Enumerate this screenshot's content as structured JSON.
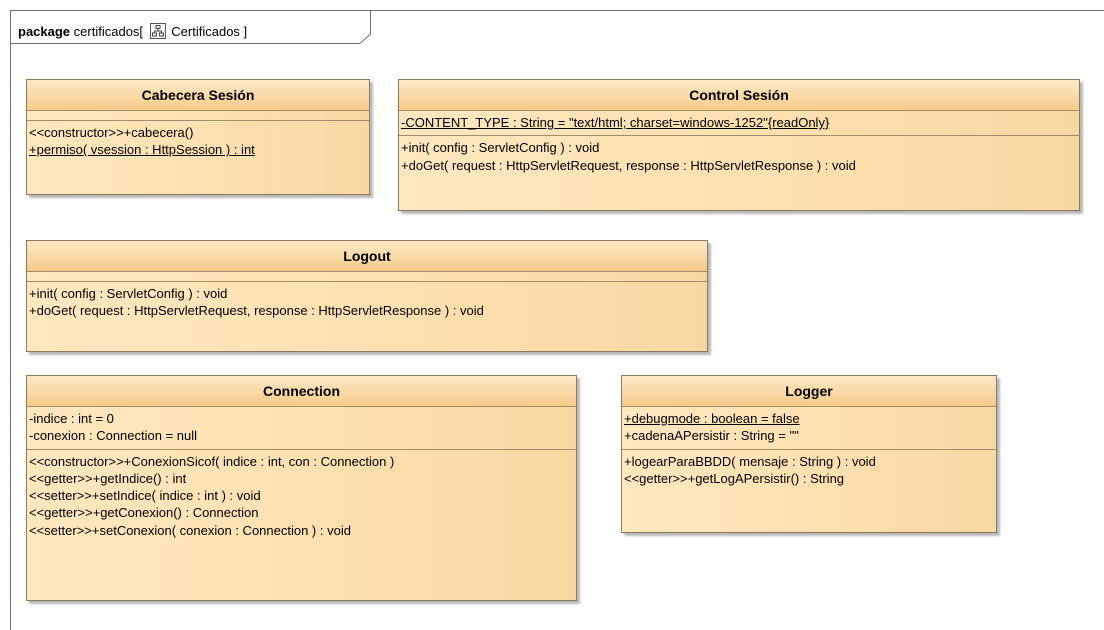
{
  "package": {
    "keyword": "package",
    "name": "certificados[",
    "diagram_name": "Certificados ]",
    "icon": "class-diagram-icon"
  },
  "classes": {
    "cabecera": {
      "name": "Cabecera Sesión",
      "attributes": [],
      "operations": [
        {
          "text": "<<constructor>>+cabecera()",
          "underline": false
        },
        {
          "text": "+permiso( vsession : HttpSession ) : int",
          "underline": true
        }
      ]
    },
    "control": {
      "name": "Control Sesión",
      "attributes": [
        {
          "text": "-CONTENT_TYPE : String = \"text/html; charset=windows-1252\"{readOnly}",
          "underline": true
        }
      ],
      "operations": [
        {
          "text": "+init( config : ServletConfig ) : void",
          "underline": false
        },
        {
          "text": "+doGet( request : HttpServletRequest, response : HttpServletResponse ) : void",
          "underline": false
        }
      ]
    },
    "logout": {
      "name": "Logout",
      "attributes": [],
      "operations": [
        {
          "text": "+init( config : ServletConfig ) : void",
          "underline": false
        },
        {
          "text": "+doGet( request : HttpServletRequest, response : HttpServletResponse ) : void",
          "underline": false
        }
      ]
    },
    "connection": {
      "name": "Connection",
      "attributes": [
        {
          "text": "-indice : int = 0",
          "underline": false
        },
        {
          "text": "-conexion : Connection = null",
          "underline": false
        }
      ],
      "operations": [
        {
          "text": "<<constructor>>+ConexionSicof( indice : int, con : Connection )",
          "underline": false
        },
        {
          "text": "<<getter>>+getIndice() : int",
          "underline": false
        },
        {
          "text": "<<setter>>+setIndice( indice : int ) : void",
          "underline": false
        },
        {
          "text": "<<getter>>+getConexion() : Connection",
          "underline": false
        },
        {
          "text": "<<setter>>+setConexion( conexion : Connection ) : void",
          "underline": false
        }
      ]
    },
    "logger": {
      "name": "Logger",
      "attributes": [
        {
          "text": "+debugmode : boolean = false",
          "underline": true
        },
        {
          "text": "+cadenaAPersistir : String = \"\"",
          "underline": false
        }
      ],
      "operations": [
        {
          "text": "+logearParaBBDD( mensaje : String ) : void",
          "underline": false
        },
        {
          "text": "<<getter>>+getLogAPersistir() : String",
          "underline": false
        }
      ]
    }
  }
}
